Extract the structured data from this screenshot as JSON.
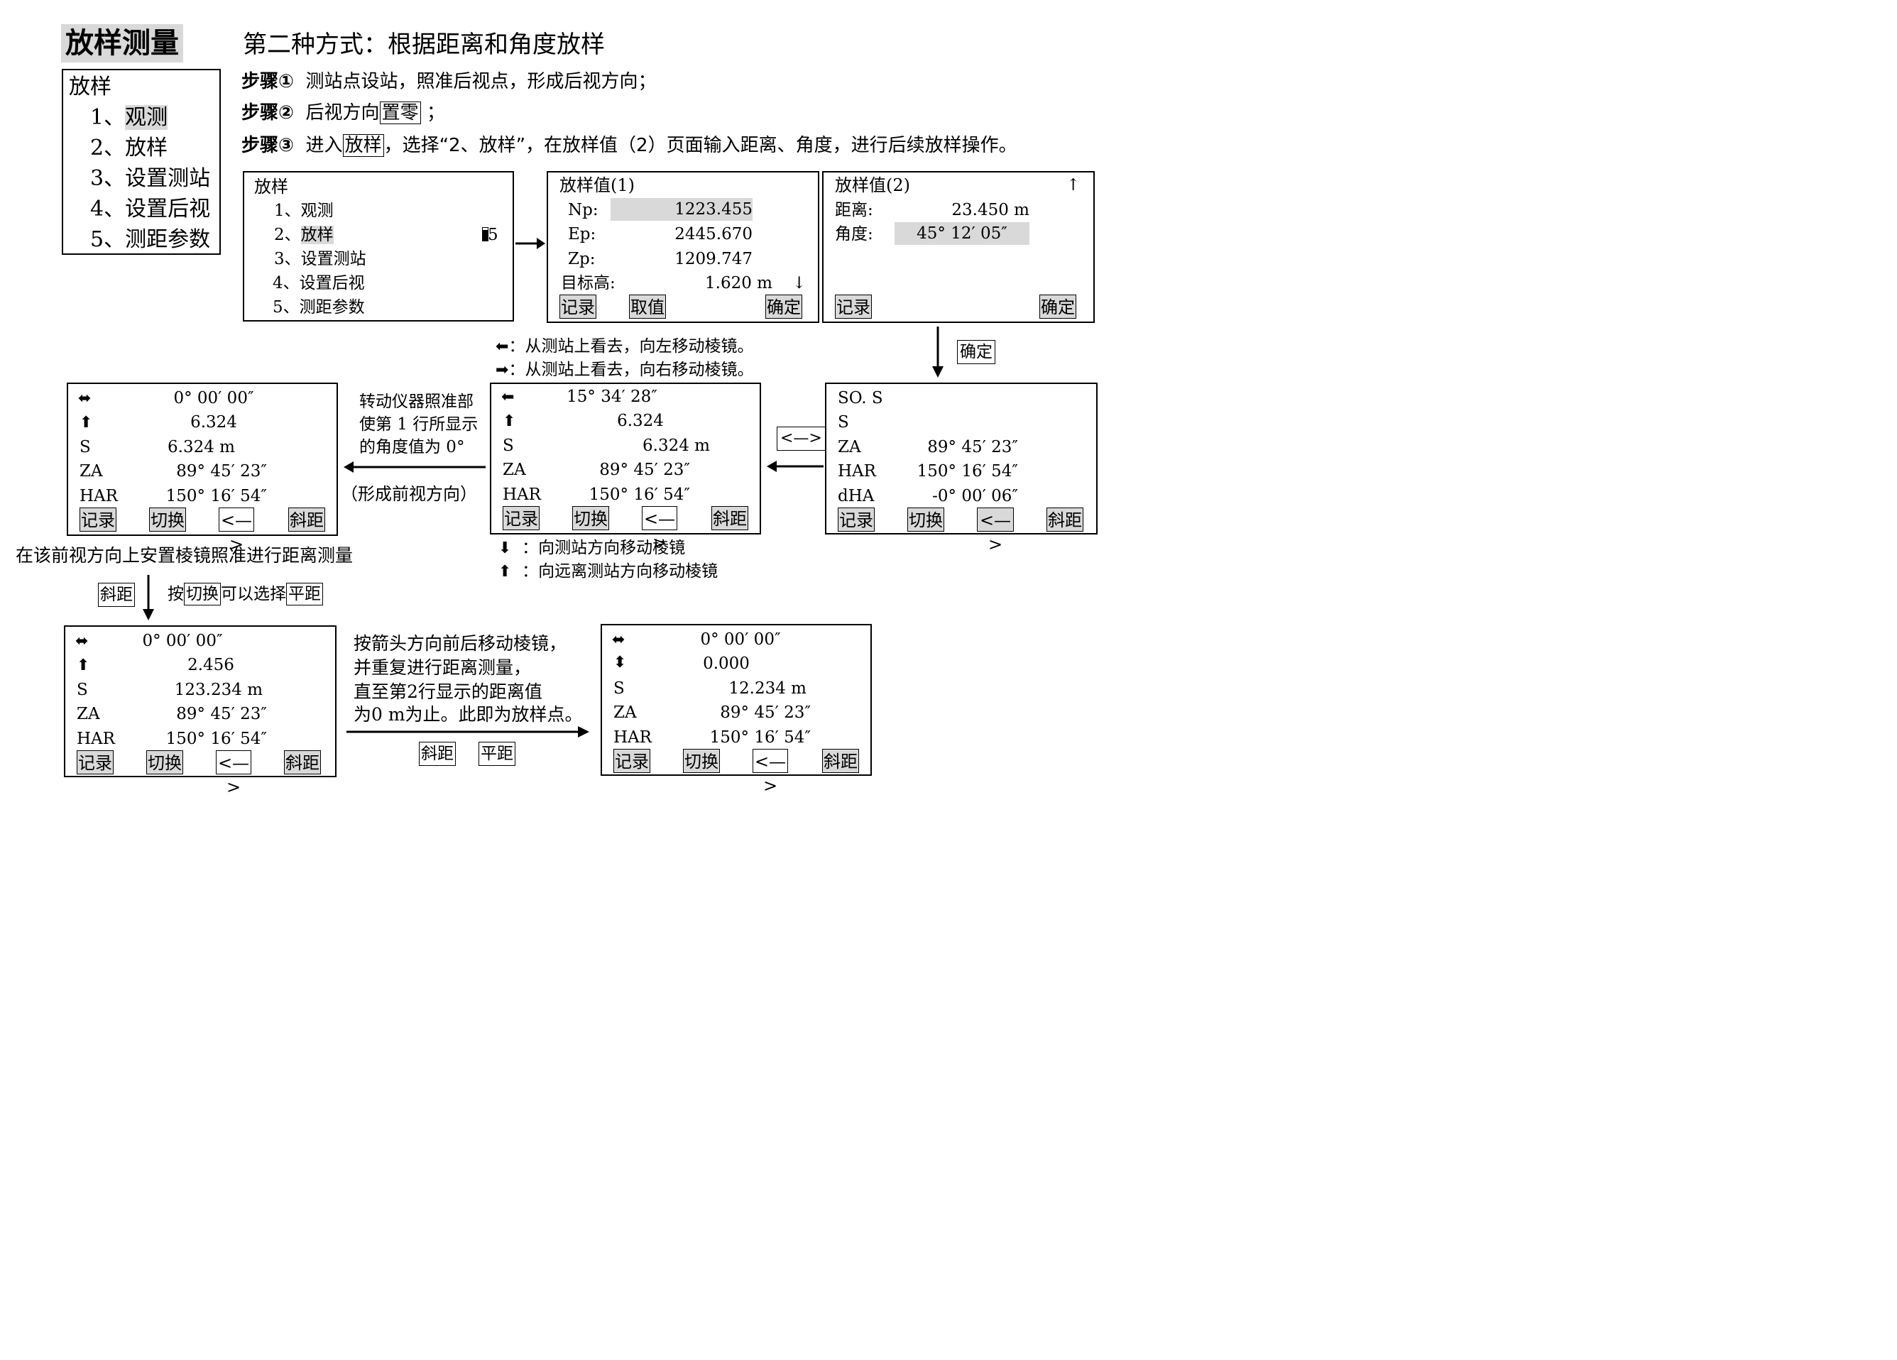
{
  "header": {
    "title": "放样测量",
    "method": "第二种方式：根据距离和角度放样",
    "steps": [
      {
        "label": "步骤①",
        "text_a": "测站点设站，照准后视点，形成后视方向；",
        "key": "",
        "text_b": ""
      },
      {
        "label": "步骤②",
        "text_a": "后视方向",
        "key": "置零",
        "text_b": "；"
      },
      {
        "label": "步骤③",
        "text_a": "进入",
        "key": "放样",
        "text_b": "，选择“2、放样”，在放样值（2）页面输入距离、角度，进行后续放样操作。"
      }
    ]
  },
  "menu_left": {
    "title": "放样",
    "items": [
      "1、观测",
      "2、放样",
      "3、设置测站",
      "4、设置后视",
      "5、测距参数"
    ]
  },
  "screen_menu": {
    "title": "放样",
    "items": [
      "1、观测",
      "2、放样",
      "3、设置测站",
      "4、设置后视",
      "5、测距参数"
    ],
    "battery_icon": "battery-icon",
    "battery_level": "5"
  },
  "screen_value1": {
    "title": "放样值(1)",
    "rows": [
      {
        "label": "Np:",
        "value": "1223.455"
      },
      {
        "label": "Ep:",
        "value": "2445.670"
      },
      {
        "label": "Zp:",
        "value": "1209.747"
      },
      {
        "label": "目标高:",
        "value": "1.620 m"
      }
    ],
    "scroll_icon": "↓",
    "softkeys": [
      "记录",
      "取值",
      "确定"
    ]
  },
  "screen_value2": {
    "title": "放样值(2)",
    "scroll_icon": "↑",
    "rows": [
      {
        "label": "距离:",
        "value": "23.450 m"
      },
      {
        "label": "角度:",
        "value": "45° 12′ 05″"
      }
    ],
    "softkeys": [
      "记录",
      "确定"
    ]
  },
  "confirm_key": "确定",
  "screen_so": {
    "rows": [
      {
        "label": "SO. S",
        "value": ""
      },
      {
        "label": "S",
        "value": ""
      },
      {
        "label": "ZA",
        "value": "89° 45′ 23″"
      },
      {
        "label": "HAR",
        "value": "150° 16′ 54″"
      },
      {
        "label": "dHA",
        "value": "-0° 00′ 06″"
      }
    ],
    "softkeys": [
      "记录",
      "切换",
      "<—>",
      "斜距"
    ]
  },
  "swap_key": "<—>",
  "screen_mid": {
    "rows": [
      {
        "icon": "arrow-left-icon",
        "value": "15° 34′ 28″"
      },
      {
        "icon": "arrow-up-icon",
        "value": "6.324"
      },
      {
        "label": "S",
        "value": "6.324 m"
      },
      {
        "label": "ZA",
        "value": "89° 45′ 23″"
      },
      {
        "label": "HAR",
        "value": "150° 16′ 54″"
      }
    ],
    "softkeys": [
      "记录",
      "切换",
      "<—>",
      "斜距"
    ]
  },
  "legend_lr": [
    {
      "icon": "arrow-left-icon",
      "text": "：从测站上看去，向左移动棱镜。"
    },
    {
      "icon": "arrow-right-icon",
      "text": "：从测站上看去，向右移动棱镜。"
    }
  ],
  "legend_ud": [
    {
      "icon": "arrow-down-icon",
      "text": "：向测站方向移动棱镜"
    },
    {
      "icon": "arrow-up-icon",
      "text": "：向远离测站方向移动棱镜"
    }
  ],
  "rotate_note": [
    "转动仪器照准部",
    "使第 1 行所显示",
    "的角度值为 0°"
  ],
  "foresight_note": "（形成前视方向）",
  "screen_zero": {
    "rows": [
      {
        "icon": "arrow-leftright-icon",
        "value": "0° 00′ 00″"
      },
      {
        "icon": "arrow-up-icon",
        "value": "6.324"
      },
      {
        "label": "S",
        "value": "6.324 m"
      },
      {
        "label": "ZA",
        "value": "89° 45′ 23″"
      },
      {
        "label": "HAR",
        "value": "150° 16′ 54″"
      }
    ],
    "softkeys": [
      "记录",
      "切换",
      "<—>",
      "斜距"
    ]
  },
  "measure_note": "在该前视方向上安置棱镜照准进行距离测量",
  "measure_keys": {
    "slope": "斜距",
    "press": "按",
    "switch": "切换",
    "can_select": "可以选择",
    "flat": "平距"
  },
  "screen_measure": {
    "rows": [
      {
        "icon": "arrow-leftright-icon",
        "value": "0° 00′ 00″"
      },
      {
        "icon": "arrow-up-icon",
        "value": "2.456"
      },
      {
        "label": "S",
        "value": "123.234 m"
      },
      {
        "label": "ZA",
        "value": "89° 45′ 23″"
      },
      {
        "label": "HAR",
        "value": "150° 16′ 54″"
      }
    ],
    "softkeys": [
      "记录",
      "切换",
      "<—>",
      "斜距"
    ]
  },
  "repeat_note": [
    "按箭头方向前后移动棱镜，",
    "并重复进行距离测量，",
    "直至第2行显示的距离值",
    "为0 m为止。此即为放样点。"
  ],
  "repeat_keys": [
    "斜距",
    "平距"
  ],
  "screen_final": {
    "rows": [
      {
        "icon": "arrow-leftright-icon",
        "value": "0° 00′ 00″"
      },
      {
        "icon": "arrow-updown-icon",
        "value": "0.000"
      },
      {
        "label": "S",
        "value": "12.234 m"
      },
      {
        "label": "ZA",
        "value": "89° 45′ 23″"
      },
      {
        "label": "HAR",
        "value": "150° 16′ 54″"
      }
    ],
    "softkeys": [
      "记录",
      "切换",
      "<—>",
      "斜距"
    ]
  }
}
